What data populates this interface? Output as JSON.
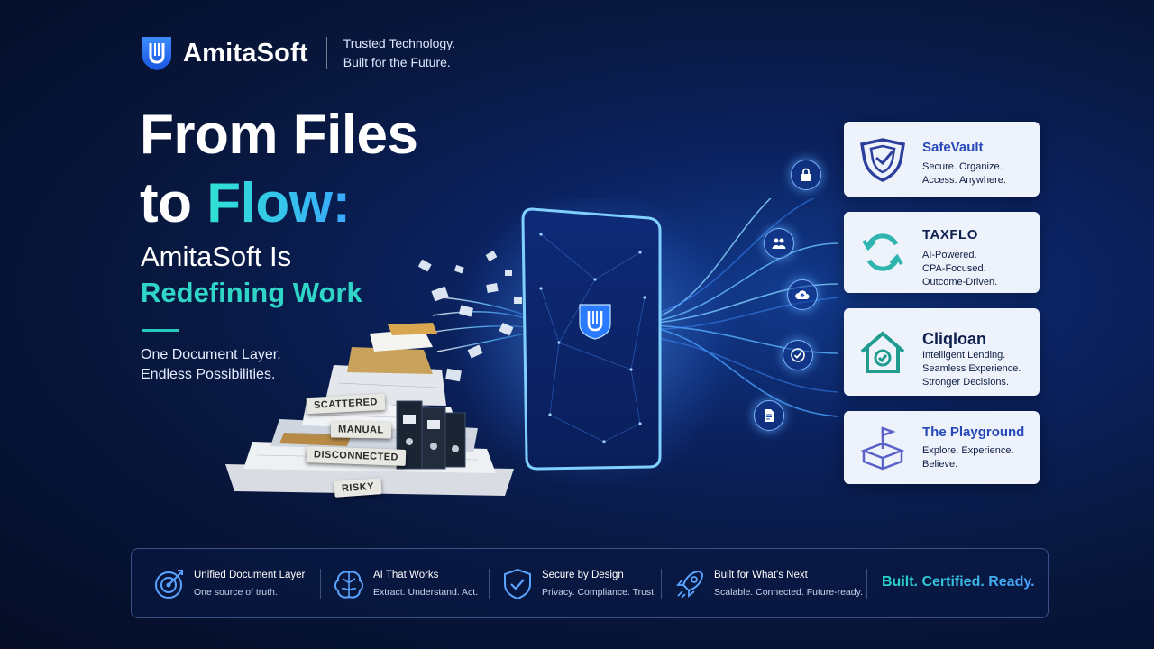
{
  "brand": {
    "name": "AmitaSoft",
    "tagline_line1": "Trusted Technology.",
    "tagline_line2": "Built for the Future."
  },
  "hero": {
    "line1": "From Files",
    "line2_plain": "to ",
    "line2_accent": "Flow:",
    "sub1": "AmitaSoft Is",
    "sub2": "Redefining Work",
    "tagline_line1": "One Document Layer.",
    "tagline_line2": "Endless Possibilities."
  },
  "paper_tags": [
    "SCATTERED",
    "MANUAL",
    "DISCONNECTED",
    "RISKY"
  ],
  "products": [
    {
      "title": "SafeVault",
      "lines": [
        "Secure. Organize.",
        "Access. Anywhere."
      ]
    },
    {
      "title": "TAXFLO",
      "lines": [
        "AI-Powered.",
        "CPA-Focused.",
        "Outcome-Driven."
      ]
    },
    {
      "title": "Cliqloan",
      "lines": [
        "Intelligent Lending.",
        "Seamless Experience.",
        "Stronger Decisions."
      ]
    },
    {
      "title": "The Playground",
      "lines": [
        "Explore. Experience.",
        "Believe."
      ]
    }
  ],
  "node_icons": [
    "lock-icon",
    "people-icon",
    "cloud-icon",
    "check-icon",
    "document-icon"
  ],
  "features": [
    {
      "title": "Unified Document Layer",
      "subtitle": "One source of truth.",
      "icon": "target-icon"
    },
    {
      "title": "AI That Works",
      "subtitle": "Extract. Understand. Act.",
      "icon": "brain-icon"
    },
    {
      "title": "Secure by Design",
      "subtitle": "Privacy. Compliance. Trust.",
      "icon": "shield-check-icon"
    },
    {
      "title": "Built for What's Next",
      "subtitle": "Scalable. Connected. Future-ready.",
      "icon": "rocket-icon"
    }
  ],
  "closing": "Built. Certified. Ready.",
  "colors": {
    "background": "#081840",
    "teal": "#2fd6c7",
    "blue": "#3aa7ff",
    "card": "#eef2fb",
    "card_title": "#2648b8"
  }
}
